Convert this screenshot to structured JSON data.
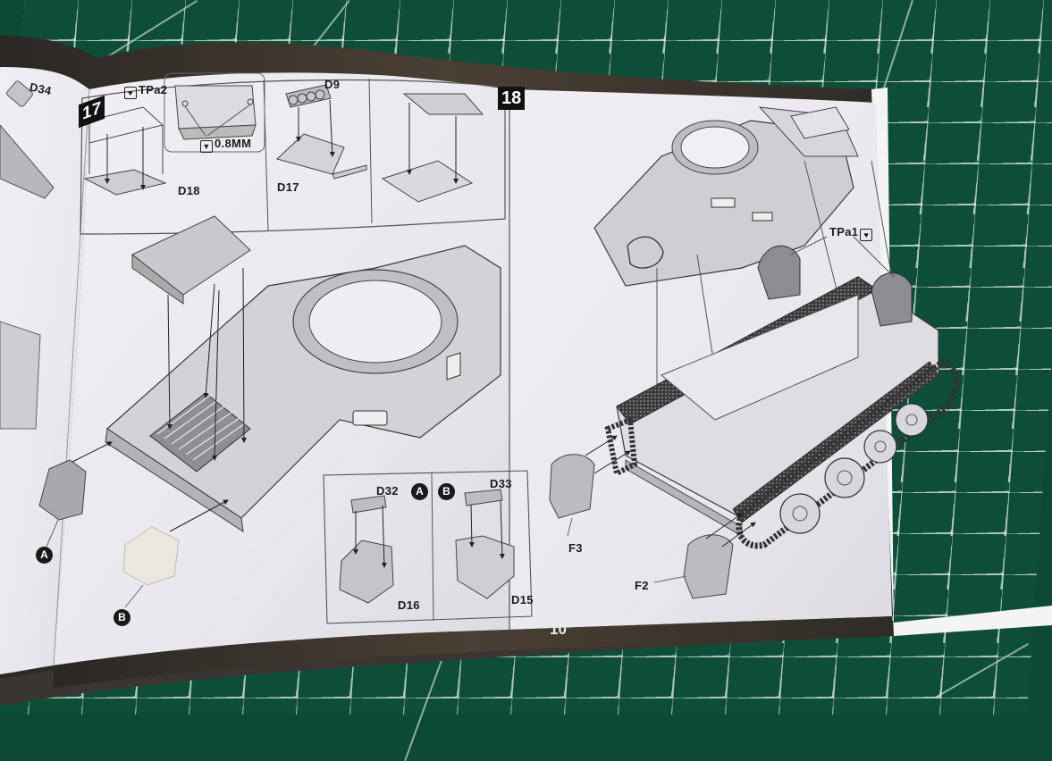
{
  "document": {
    "type": "model kit assembly instructions",
    "page_number": "10",
    "colors": {
      "mat_green": "#0e4d37",
      "mat_grid": "#e6f0eb",
      "page_paper": "#ecebef",
      "band_dark": "#2c2926",
      "ink": "#1b1b1b"
    }
  },
  "left_edge_page": {
    "part_label": "D34"
  },
  "step17": {
    "number": "17",
    "subpanels": [
      {
        "labels": [
          "TPa2",
          "D18"
        ],
        "icon": "photo-etch-icon"
      },
      {
        "drill_label": "0.8MM",
        "icon": "drill-icon"
      },
      {
        "labels": [
          "D9",
          "D17"
        ]
      },
      {
        "labels": []
      }
    ],
    "callouts": {
      "A": "A",
      "B": "B"
    },
    "inset": {
      "left": {
        "part": "D32",
        "badge": "A",
        "base_part": "D16"
      },
      "right": {
        "part": "D33",
        "badge": "B",
        "base_part": "D15"
      }
    }
  },
  "step18": {
    "number": "18",
    "labels": {
      "photo_etch": "TPa1",
      "fender_rear": "F3",
      "fender_front": "F2"
    }
  }
}
